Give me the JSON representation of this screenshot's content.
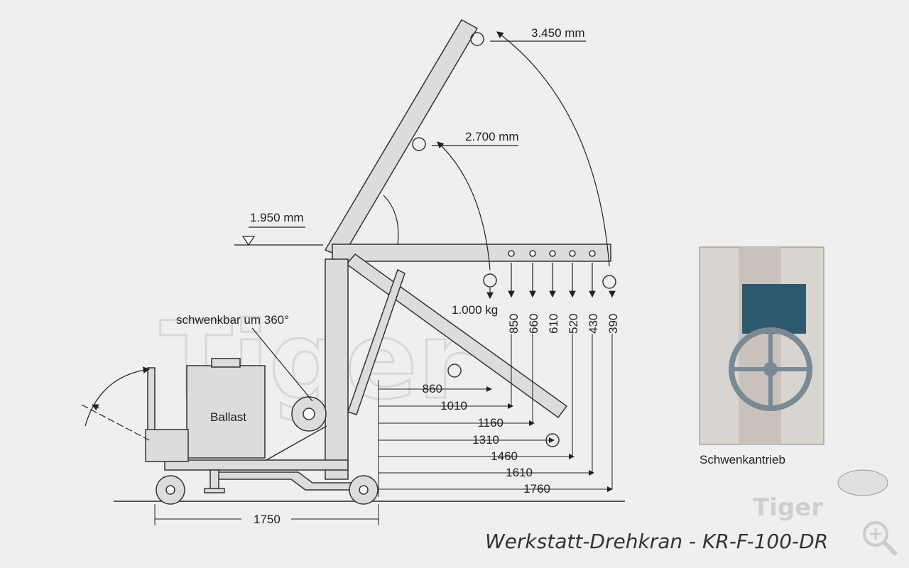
{
  "title": "Werkstatt-Drehkran - KR-F-100-DR",
  "brand": "Tiger",
  "watermark": "Tiger",
  "heights": {
    "h1": "3.450 mm",
    "h2": "2.700 mm",
    "h3": "1.950 mm"
  },
  "labels": {
    "swivel": "schwenkbar um 360°",
    "ballast": "Ballast",
    "max_load": "1.000 kg",
    "base_length": "1750",
    "inset_caption": "Schwenkantrieb"
  },
  "loads": [
    "850",
    "660",
    "610",
    "520",
    "430",
    "390"
  ],
  "reaches": [
    "860",
    "1010",
    "1160",
    "1310",
    "1460",
    "1610",
    "1760"
  ],
  "colors": {
    "background": "#efefef",
    "crane": "#d9d9d9",
    "line": "#222222"
  }
}
